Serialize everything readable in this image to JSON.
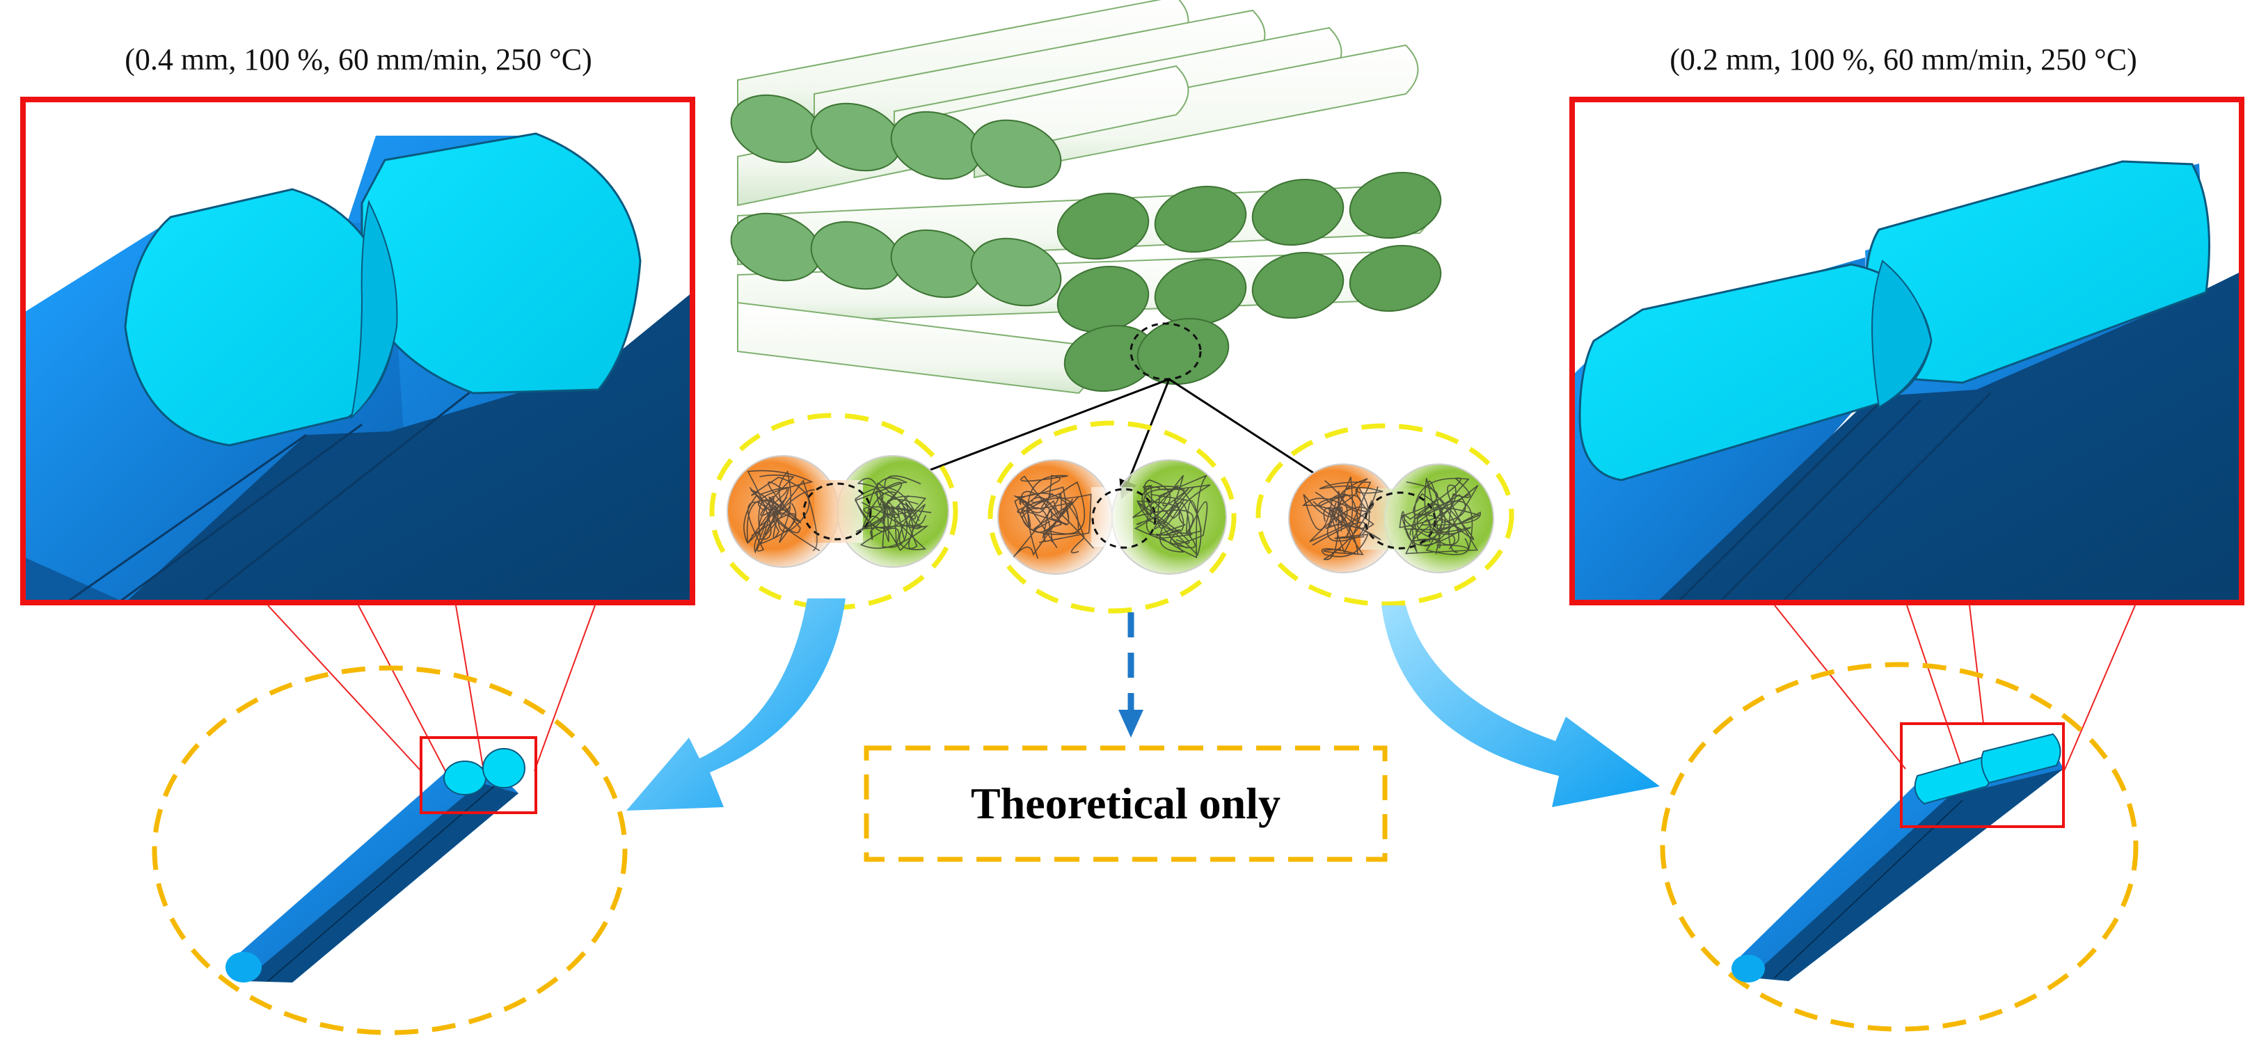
{
  "captions": {
    "left": "(0.4 mm, 100 %, 60 mm/min, 250 °C)",
    "right": "(0.2 mm, 100 %, 60 mm/min, 250 °C)"
  },
  "center_label": "Theoretical only",
  "colors": {
    "filament_face": "#00d8f8",
    "filament_body": "#0a82dc",
    "filament_dark": "#0a4d86",
    "magnifier_frame": "#ee1111",
    "dashed_ellipse_orange": "#f5b800",
    "dashed_ellipse_yellow": "#f3ec1a",
    "stack_green": "#77b372",
    "stack_green_dark": "#5f9e55",
    "flow_arrow_blue": "#1ea4f2",
    "polymer_orange": "#f5912c",
    "polymer_green": "#8cc43a"
  }
}
